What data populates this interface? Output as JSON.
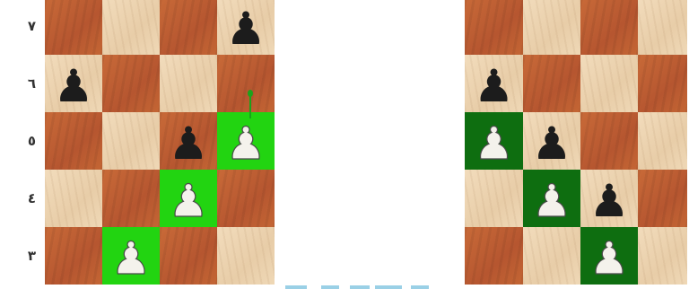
{
  "ranks": [
    "٧",
    "٦",
    "٥",
    "٤",
    "٣"
  ],
  "colors": {
    "light_square": "#f0d9b5",
    "dark_square": "#b85a2f",
    "highlight_bright": "#22d411",
    "highlight_dark": "#0e6e10",
    "arrow": "#1ba31b"
  },
  "boards": [
    {
      "start_dark": true,
      "highlight_class": "hl-bright",
      "pieces": [
        {
          "row": 0,
          "col": 3,
          "color": "black",
          "glyph": "♟"
        },
        {
          "row": 1,
          "col": 0,
          "color": "black",
          "glyph": "♟"
        },
        {
          "row": 2,
          "col": 2,
          "color": "black",
          "glyph": "♟"
        },
        {
          "row": 2,
          "col": 3,
          "color": "white",
          "glyph": "♟"
        },
        {
          "row": 3,
          "col": 2,
          "color": "white",
          "glyph": "♟"
        },
        {
          "row": 4,
          "col": 1,
          "color": "white",
          "glyph": "♟"
        }
      ],
      "highlights": [
        {
          "row": 2,
          "col": 3
        },
        {
          "row": 3,
          "col": 2
        },
        {
          "row": 4,
          "col": 1
        }
      ]
    },
    {
      "start_dark": true,
      "highlight_class": "hl-dark",
      "pieces": [
        {
          "row": 1,
          "col": 0,
          "color": "black",
          "glyph": "♟"
        },
        {
          "row": 2,
          "col": 0,
          "color": "white",
          "glyph": "♟"
        },
        {
          "row": 2,
          "col": 1,
          "color": "black",
          "glyph": "♟"
        },
        {
          "row": 3,
          "col": 1,
          "color": "white",
          "glyph": "♟"
        },
        {
          "row": 3,
          "col": 2,
          "color": "black",
          "glyph": "♟"
        },
        {
          "row": 4,
          "col": 2,
          "color": "white",
          "glyph": "♟"
        }
      ],
      "highlights": [
        {
          "row": 2,
          "col": 0
        },
        {
          "row": 3,
          "col": 1
        },
        {
          "row": 4,
          "col": 2
        }
      ]
    }
  ]
}
